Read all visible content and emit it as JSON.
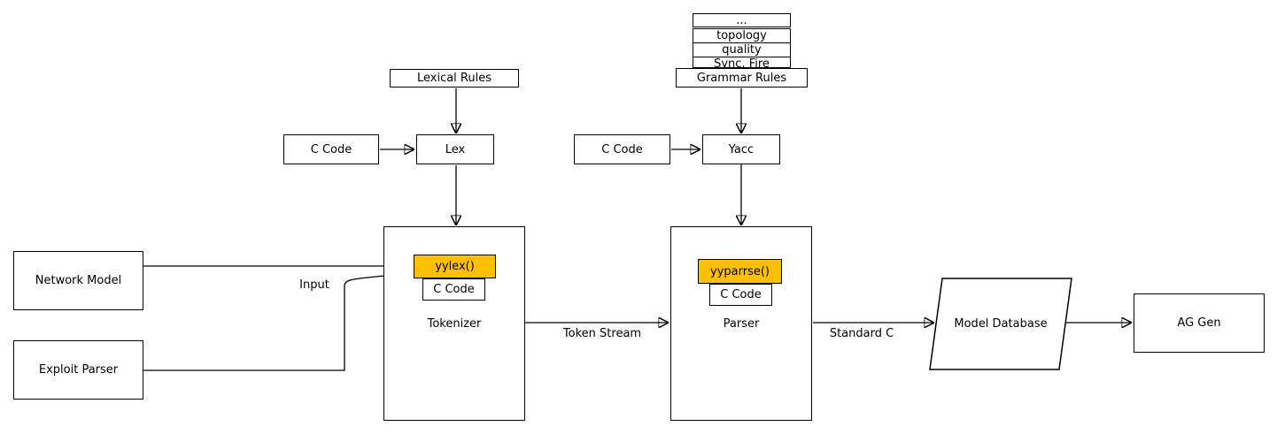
{
  "diagram": {
    "colors": {
      "stroke": "#000000",
      "node_fill": "#ffffff",
      "highlight_fill": "#ffc000",
      "background": "#ffffff"
    },
    "stack": {
      "rows": [
        "...",
        "topology",
        "quality",
        "Sync. Fire"
      ]
    },
    "nodes": {
      "grammar_rules": "Grammar Rules",
      "lexical_rules": "Lexical Rules",
      "c_code_lex": "C Code",
      "lex": "Lex",
      "c_code_yacc": "C Code",
      "yacc": "Yacc",
      "network_model": "Network Model",
      "exploit_parser": "Exploit Parser",
      "tokenizer": "Tokenizer",
      "yylex": "yylex()",
      "c_code_yylex": "C Code",
      "parser": "Parser",
      "yyparse": "yyparrse()",
      "c_code_yyparse": "C Code",
      "model_database": "Model Database",
      "ag_gen": "AG Gen"
    },
    "edge_labels": {
      "input": "Input",
      "token_stream": "Token Stream",
      "standard_c": "Standard C"
    }
  }
}
